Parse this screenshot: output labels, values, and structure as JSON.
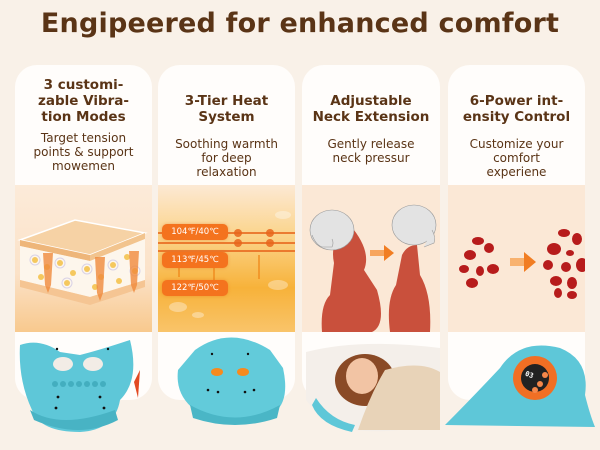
{
  "header": {
    "title": "Engipeered for enhanced comfort"
  },
  "colors": {
    "background": "#f9f1e8",
    "card": "#fffdfb",
    "text": "#5a3416",
    "accent_orange": "#f4731e",
    "product_teal": "#5fc8d6",
    "muscle_red": "#c9503c",
    "blood_red": "#b71c1c"
  },
  "cards": [
    {
      "title": "3 customi-zable Vibra-tion Modes",
      "title_lines": [
        "3 customi-",
        "zable Vibra-",
        "tion Modes"
      ],
      "description_lines": [
        "Target tension",
        "points & support",
        "mowemen"
      ],
      "image": "skin-layers-vibration-illustration",
      "product": "neck-pillow-front-view"
    },
    {
      "title": "3-Tier Heat System",
      "title_lines": [
        "3-Tier Heat",
        "System"
      ],
      "description_lines": [
        "Soothing warmth",
        "for deep",
        "relaxation"
      ],
      "image": "heated-tissue-illustration",
      "heat_levels": [
        "104℉/40℃",
        "113℉/45℃",
        "122℉/50℃"
      ],
      "product": "neck-pillow-heated-top-view"
    },
    {
      "title": "Adjustable Neck Extension",
      "title_lines": [
        "Adjustable",
        "Neck Extension"
      ],
      "description_lines": [
        "Gently release",
        "neck pressur"
      ],
      "image": "neck-posture-before-after-illustration",
      "product": "woman-resting-on-pillow-photo"
    },
    {
      "title": "6-Power intensity Control",
      "title_lines": [
        "6-Power int-",
        "ensity Control"
      ],
      "description_lines": [
        "Customize your",
        "comfort",
        "experiene"
      ],
      "image": "blood-cells-circulation-illustration",
      "product": "neck-pillow-side-control-panel",
      "display_value": "03"
    }
  ]
}
